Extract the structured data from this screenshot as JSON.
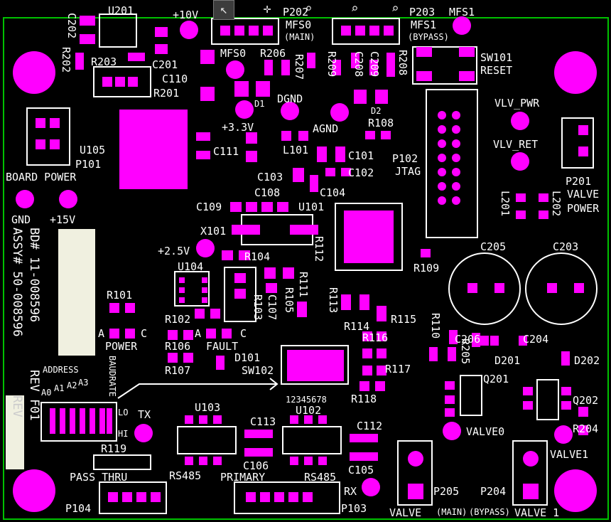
{
  "colors": {
    "background": "#000000",
    "copper": "#ff00ff",
    "silk": "#ffffff",
    "board_edge": "#00c000",
    "label_panel": "#f0f0e0"
  },
  "toolbar": {
    "icons": [
      "pointer-icon",
      "move-icon",
      "zoom-in-icon",
      "zoom-area-icon",
      "zoom-out-icon"
    ]
  },
  "silk": {
    "C202": "C202",
    "R202": "R202",
    "U201": "U201",
    "plus10v": "+10V",
    "P202": "P202",
    "MFS0": "MFS0",
    "MAIN": "(MAIN)",
    "P203": "P203",
    "MFS1a": "MFS1",
    "MFS1b": "MFS1",
    "BYPASS": "(BYPASS)",
    "R203": "R203",
    "C201": "C201",
    "C110": "C110",
    "R201": "R201",
    "MFS0b": "MFS0",
    "R206": "R206",
    "R207": "R207",
    "R209": "R209",
    "C208": "C208",
    "C209": "C209",
    "R208": "R208",
    "SW101": "SW101",
    "RESET": "RESET",
    "D1": "D1",
    "DGND": "DGND",
    "D2": "D2",
    "R108": "R108",
    "VLV_PWR": "VLV_PWR",
    "VLV_RET": "VLV_RET",
    "P201": "P201",
    "VALVE": "VALVE",
    "POWER_R": "POWER",
    "L201": "L201",
    "L202": "L202",
    "plus33v": "+3.3V",
    "AGND": "AGND",
    "U105": "U105",
    "P101": "P101",
    "C111": "C111",
    "L101": "L101",
    "C101": "C101",
    "C102": "C102",
    "P102": "P102",
    "JTAG": "JTAG",
    "C103": "C103",
    "BOARD_POWER": "BOARD POWER",
    "C104": "C104",
    "C108": "C108",
    "C109": "C109",
    "U101": "U101",
    "GND": "GND",
    "plus15V": "+15V",
    "BD": "BD# 11-008596",
    "ASSY": "ASSY# 50-008596",
    "REVtxt": "REV",
    "REV1": "REV F01",
    "X101": "X101",
    "plus25V": "+2.5V",
    "R104": "R104",
    "R112": "R112",
    "R109": "R109",
    "C205": "C205",
    "C203": "C203",
    "U104": "U104",
    "C107": "C107",
    "R111": "R111",
    "R105": "R105",
    "R113": "R113",
    "R103": "R103",
    "R101": "R101",
    "R102": "R102",
    "R114": "R114",
    "R115": "R115",
    "R110": "R110",
    "C206": "C206",
    "C204": "C204",
    "A1": "A",
    "C1": "C",
    "POWER_L": "POWER",
    "A2": "A",
    "C2": "C",
    "FAULT": "FAULT",
    "R106": "R106",
    "R116": "R116",
    "D101": "D101",
    "R205": "R205",
    "D201": "D201",
    "D202": "D202",
    "R107": "R107",
    "SW102": "SW102",
    "R117": "R117",
    "ADDRESS": "ADDRESS",
    "BAUDRATE": "BAUDRATE",
    "A0": "A0",
    "A1x": "A1",
    "A2x": "A2",
    "A3x": "A3",
    "nums": "12345678",
    "R118": "R118",
    "Q201": "Q201",
    "Q202": "Q202",
    "LO": "LO",
    "HI": "HI",
    "TX": "TX",
    "U103": "U103",
    "C113": "C113",
    "U102": "U102",
    "C112": "C112",
    "VALVE0": "VALVE0",
    "R204": "R204",
    "VALVE1": "VALVE1",
    "R119": "R119",
    "C106": "C106",
    "C105": "C105",
    "PASS_THRU": "PASS THRU",
    "RS485a": "RS485",
    "PRIMARY": "PRIMARY",
    "RS485b": "RS485",
    "RX": "RX",
    "P104": "P104",
    "P103": "P103",
    "P205": "P205",
    "P204": "P204",
    "VALVE0b": "VALVE",
    "MAINb": "(MAIN)",
    "BYPASSb": "(BYPASS)",
    "VALVE1b": "VALVE 1"
  }
}
